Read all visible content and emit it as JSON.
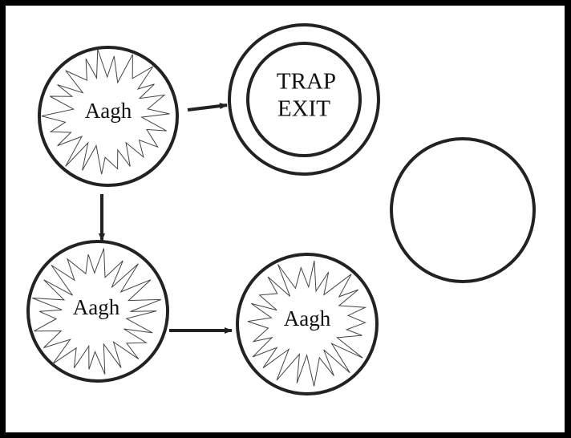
{
  "diagram": {
    "nodes": [
      {
        "id": "aagh-1",
        "label": "Aagh",
        "kind": "burst"
      },
      {
        "id": "trap-exit",
        "label_lines": [
          "TRAP",
          "EXIT"
        ],
        "kind": "double-circle"
      },
      {
        "id": "empty-room",
        "label": "",
        "kind": "circle"
      },
      {
        "id": "aagh-2",
        "label": "Aagh",
        "kind": "burst"
      },
      {
        "id": "aagh-3",
        "label": "Aagh",
        "kind": "burst"
      }
    ],
    "edges": [
      {
        "from": "aagh-1",
        "to": "trap-exit"
      },
      {
        "from": "aagh-1",
        "to": "aagh-2"
      },
      {
        "from": "aagh-2",
        "to": "aagh-3"
      }
    ],
    "colors": {
      "frame": "#000000",
      "background": "#ffffff",
      "stroke": "#222222"
    }
  }
}
